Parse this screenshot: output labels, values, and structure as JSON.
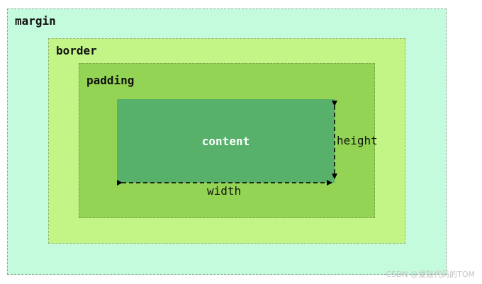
{
  "diagram": {
    "layers": {
      "margin": "margin",
      "border": "border",
      "padding": "padding",
      "content": "content"
    },
    "dimensions": {
      "height": "height",
      "width": "width"
    },
    "watermark": "CSDN @爱敲代码的TOM"
  },
  "colors": {
    "margin": "#c4fbdc",
    "border": "#c2f486",
    "padding": "#94d454",
    "content": "#58b16b"
  }
}
